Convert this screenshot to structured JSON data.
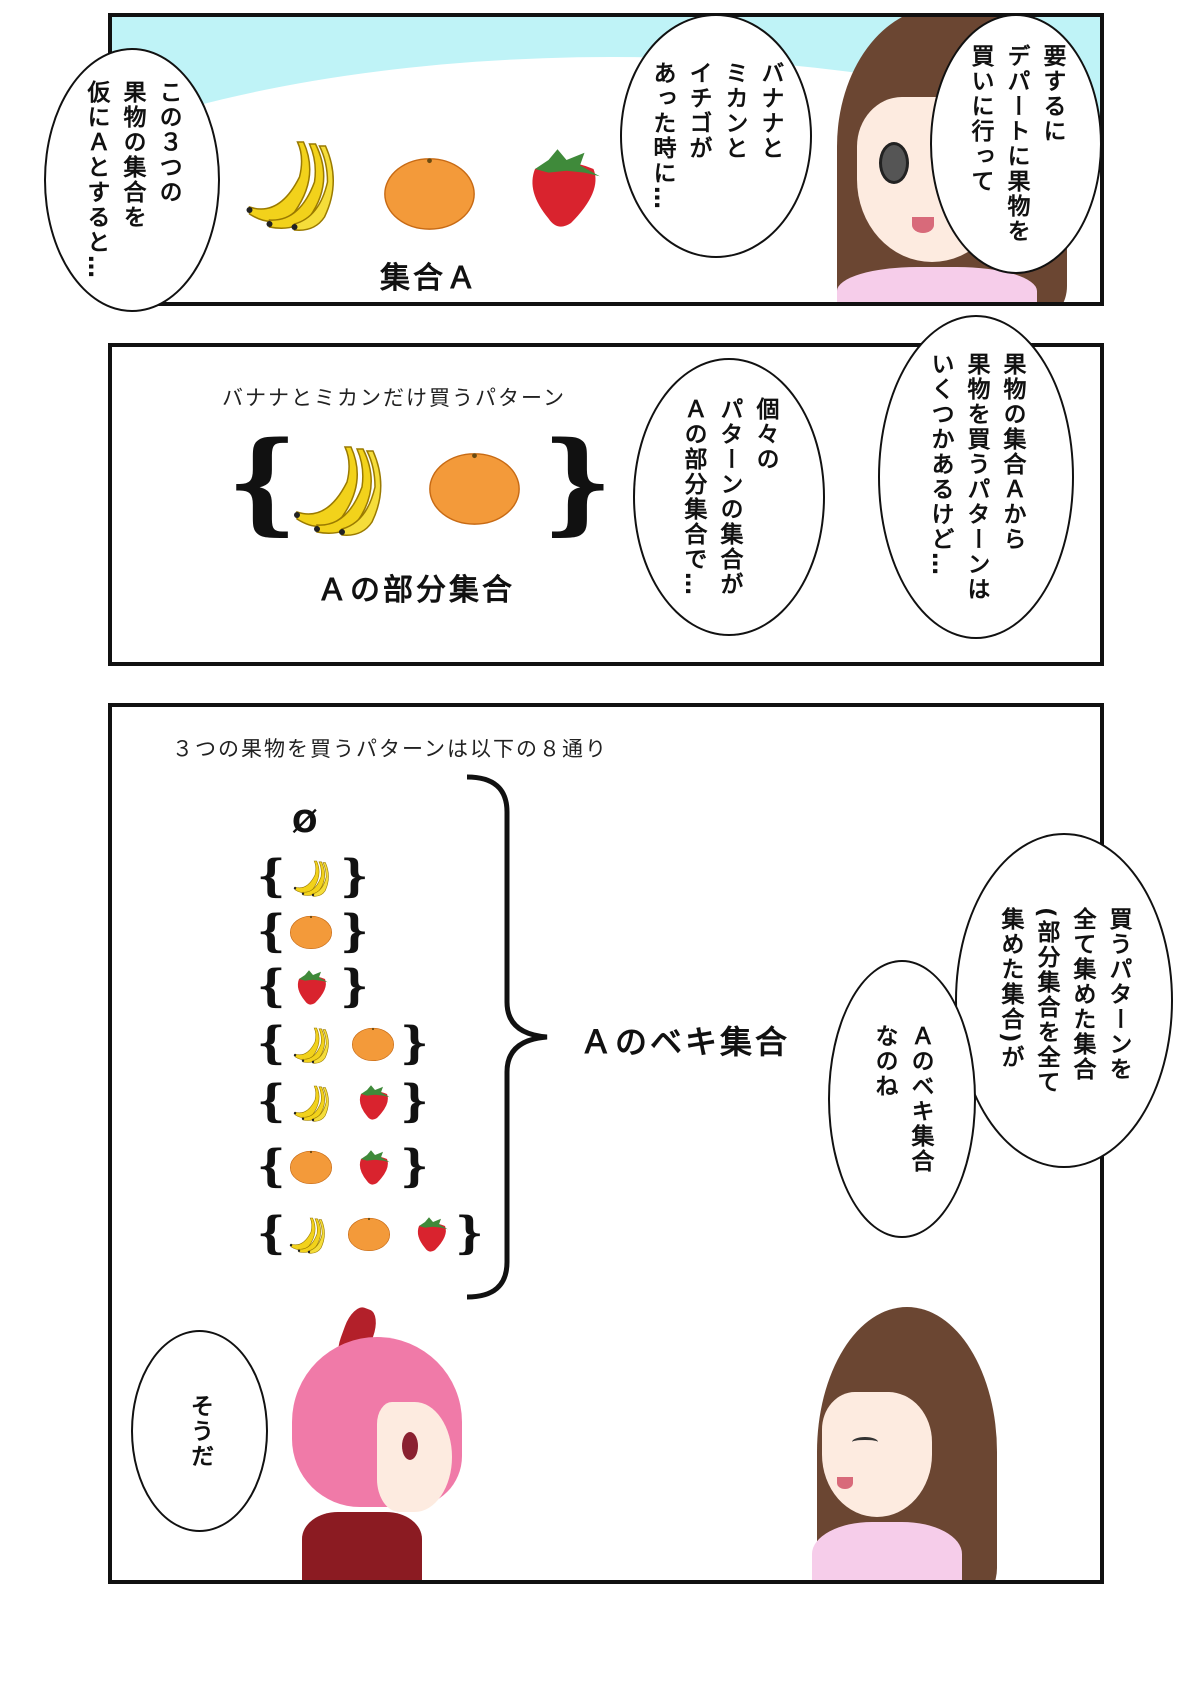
{
  "panel1": {
    "bubble_left": "この３つの\n果物の集合を\n仮にＡとすると…",
    "bubble_middle": "バナナと\nミカンと\nイチゴが\nあった時に…",
    "bubble_right": "要するに\nデパートに果物を\n買いに行って",
    "set_label": "集合Ａ",
    "fruits": [
      "banana",
      "orange",
      "strawberry"
    ]
  },
  "panel2": {
    "caption": "バナナとミカンだけ買うパターン",
    "subset_label": "Ａの部分集合",
    "fruits": [
      "banana",
      "orange"
    ],
    "bubble_left": "個々の\nパターンの集合が\nＡの部分集合で…",
    "bubble_right": "果物の集合Ａから\n果物を買うパターンは\nいくつかあるけど…"
  },
  "panel3": {
    "caption": "３つの果物を買うパターンは以下の８通り",
    "empty_set": "Ø",
    "subsets": [
      [],
      [
        "banana"
      ],
      [
        "orange"
      ],
      [
        "strawberry"
      ],
      [
        "banana",
        "orange"
      ],
      [
        "banana",
        "strawberry"
      ],
      [
        "orange",
        "strawberry"
      ],
      [
        "banana",
        "orange",
        "strawberry"
      ]
    ],
    "power_set_label": "Ａのベキ集合",
    "bubble_right": "買うパターンを\n全て集めた集合\n(部分集合を全て\n集めた集合)が",
    "bubble_middle": "Ａのベキ集合\nなのね",
    "bubble_left": "そうだ"
  },
  "colors": {
    "sky": "#bff3f7",
    "banana": "#f2d21b",
    "orange": "#f39a3a",
    "strawberry": "#d9232e",
    "hair_brown": "#6b4632",
    "hair_pink": "#f07aa8",
    "shirt_pink": "#f6cdea"
  }
}
